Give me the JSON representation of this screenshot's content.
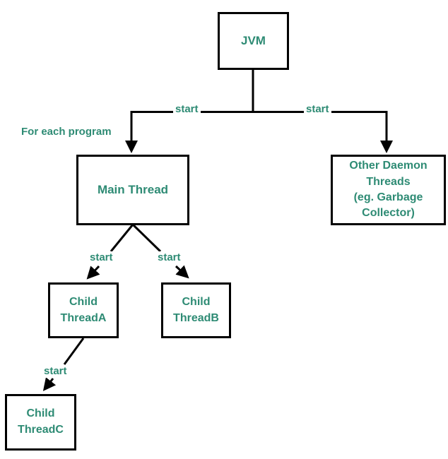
{
  "diagram": {
    "colors": {
      "background": "#ffffff",
      "line": "#000000",
      "text": "#2e8b74"
    },
    "annotation": "For each program",
    "nodes": [
      {
        "id": "jvm",
        "label": "JVM"
      },
      {
        "id": "main-thread",
        "label": "Main Thread"
      },
      {
        "id": "other-daemon-threads",
        "label": "Other Daemon\nThreads\n(eg. Garbage\nCollector)"
      },
      {
        "id": "child-thread-a",
        "label": "Child\nThreadA"
      },
      {
        "id": "child-thread-b",
        "label": "Child\nThreadB"
      },
      {
        "id": "child-thread-c",
        "label": "Child\nThreadC"
      }
    ],
    "edges": [
      {
        "from": "jvm",
        "to": "main-thread",
        "label": "start"
      },
      {
        "from": "jvm",
        "to": "other-daemon-threads",
        "label": "start"
      },
      {
        "from": "main-thread",
        "to": "child-thread-a",
        "label": "start"
      },
      {
        "from": "main-thread",
        "to": "child-thread-b",
        "label": "start"
      },
      {
        "from": "child-thread-a",
        "to": "child-thread-c",
        "label": "start"
      }
    ]
  }
}
